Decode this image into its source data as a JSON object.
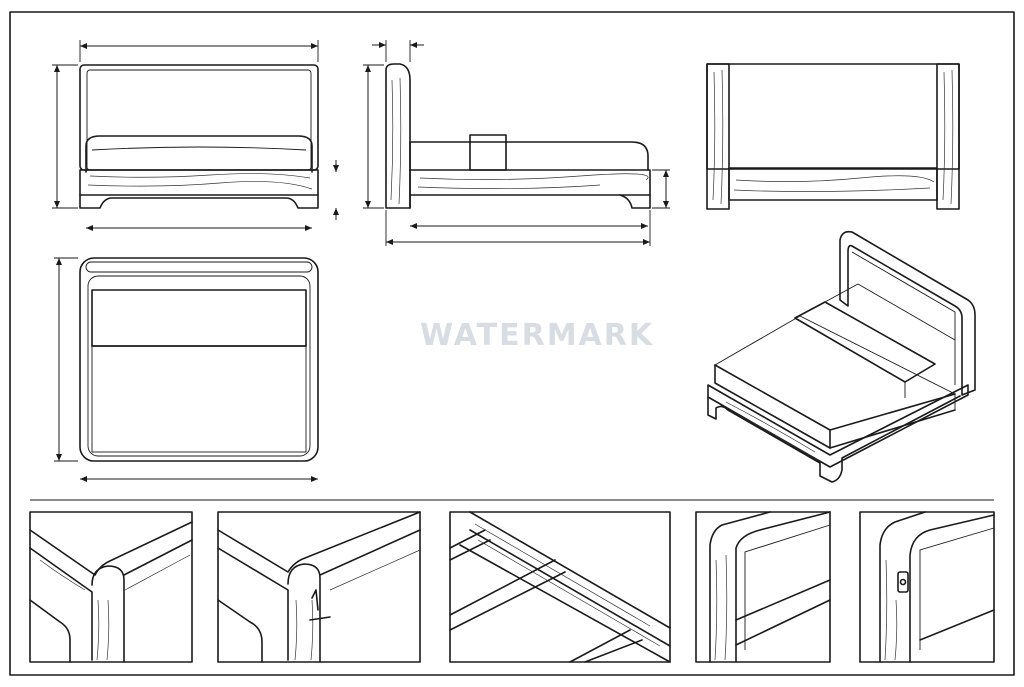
{
  "sheet": {
    "watermark": "WATERMARK",
    "views": [
      "front-view",
      "side-view",
      "rear-view",
      "top-view",
      "isometric-view"
    ],
    "details": [
      "detail-foot-corner",
      "detail-foot-corner-joint",
      "detail-slat-frame",
      "detail-headboard-corner",
      "detail-headboard-bracket"
    ]
  }
}
